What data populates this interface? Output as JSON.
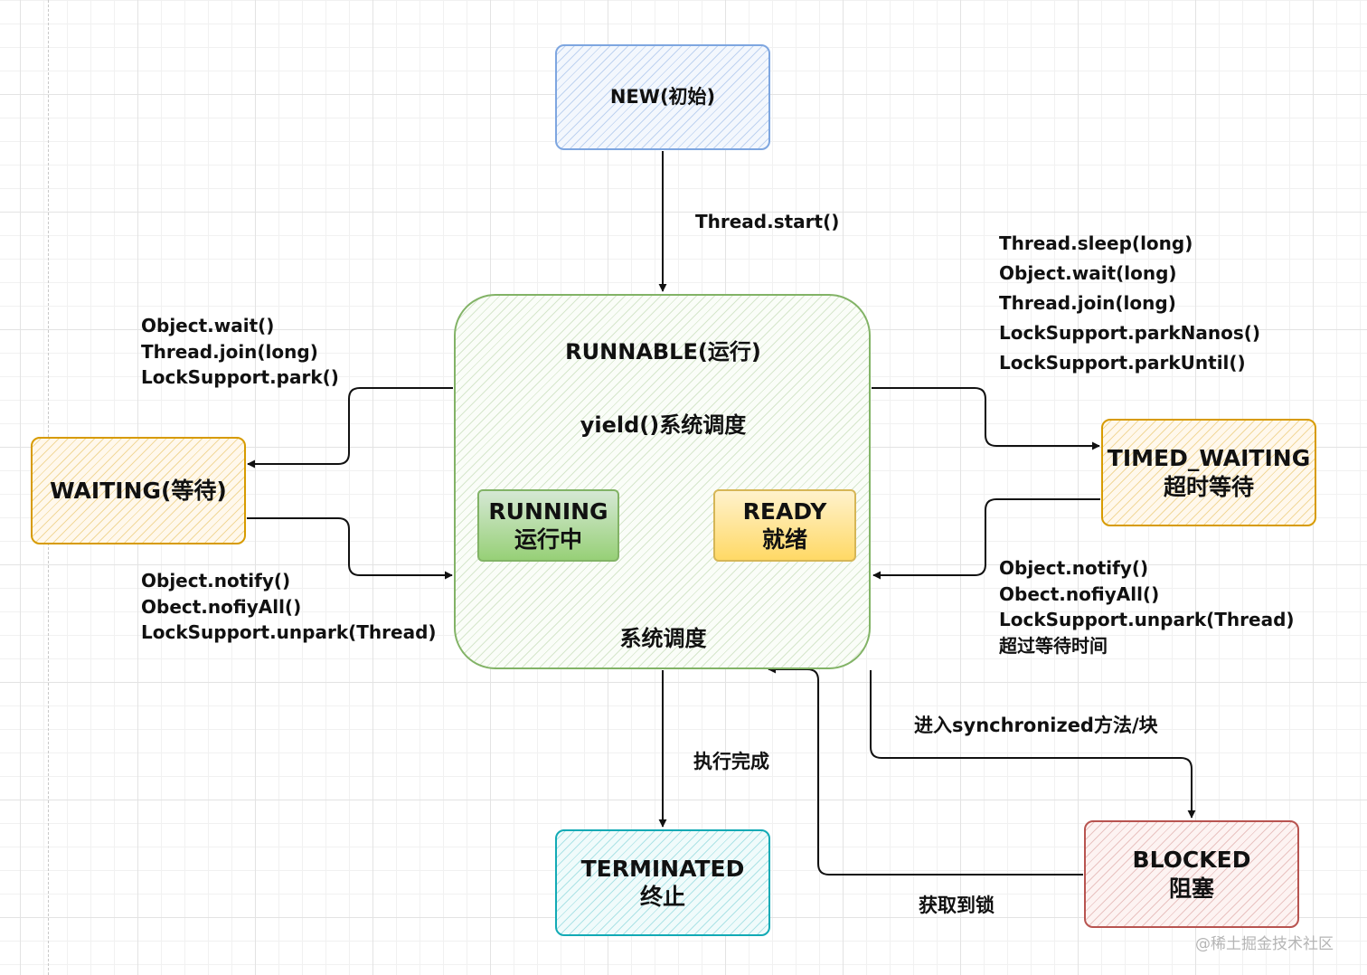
{
  "nodes": {
    "new": "NEW(初始)",
    "runnable": "RUNNABLE(运行)",
    "waiting": "WAITING(等待)",
    "timed_waiting": [
      "TIMED_WAITING",
      "超时等待"
    ],
    "running": [
      "RUNNING",
      "运行中"
    ],
    "ready": [
      "READY",
      "就绪"
    ],
    "terminated": [
      "TERMINATED",
      "终止"
    ],
    "blocked": [
      "BLOCKED",
      "阻塞"
    ]
  },
  "labels": {
    "thread_start": "Thread.start()",
    "yield": "yield()系统调度",
    "system_schedule": "系统调度",
    "to_waiting": [
      "Object.wait()",
      "Thread.join(long)",
      "LockSupport.park()"
    ],
    "from_waiting": [
      "Object.notify()",
      "Obect.nofiyAll()",
      "LockSupport.unpark(Thread)"
    ],
    "to_timed_waiting": [
      "Thread.sleep(long)",
      "Object.wait(long)",
      "Thread.join(long)",
      "LockSupport.parkNanos()",
      "LockSupport.parkUntil()"
    ],
    "from_timed_waiting": [
      "Object.notify()",
      "Obect.nofiyAll()",
      "LockSupport.unpark(Thread)",
      "超过等待时间"
    ],
    "finished": "执行完成",
    "enter_sync": "进入synchronized方法/块",
    "acquire_lock": "获取到锁"
  },
  "watermark": "@稀土掘金技术社区",
  "colors": {
    "new": "#7ea6e0",
    "runnable": "#82b366",
    "waiting": "#d79b00",
    "ready": "#d6b656",
    "terminated": "#12aab5",
    "blocked": "#b85450",
    "edge": "#111111"
  }
}
